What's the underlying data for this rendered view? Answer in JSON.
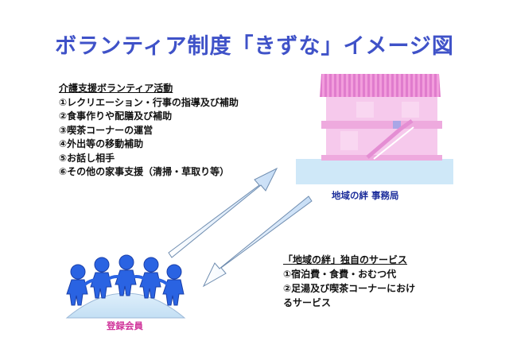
{
  "title": "ボランティア制度「きずな」イメージ図",
  "activities": {
    "heading": "介護支援ボランティア活動",
    "items": [
      "①レクリエーション・行事の指導及び補助",
      "②食事作りや配膳及び補助",
      "③喫茶コーナーの運営",
      "④外出等の移動補助",
      "⑤お話し相手",
      "⑥その他の家事支援（清掃・草取り等）"
    ]
  },
  "office": {
    "label": "地域の絆 事務局",
    "icon": "building-icon"
  },
  "members": {
    "label": "登録会員",
    "icon": "people-circle-icon"
  },
  "services": {
    "heading": "「地域の絆」独自のサービス",
    "items": [
      "①宿泊費・食費・おむつ代",
      "②足湯及び喫茶コーナーにおけ",
      "るサービス"
    ]
  },
  "colors": {
    "title": "#3f52c8",
    "building": "#f4b8e6",
    "roof": "#e98fd6",
    "ground": "#cde8f8",
    "people": "#2a5fe0",
    "office_label": "#1e2f9c",
    "members_label": "#d0369b"
  }
}
